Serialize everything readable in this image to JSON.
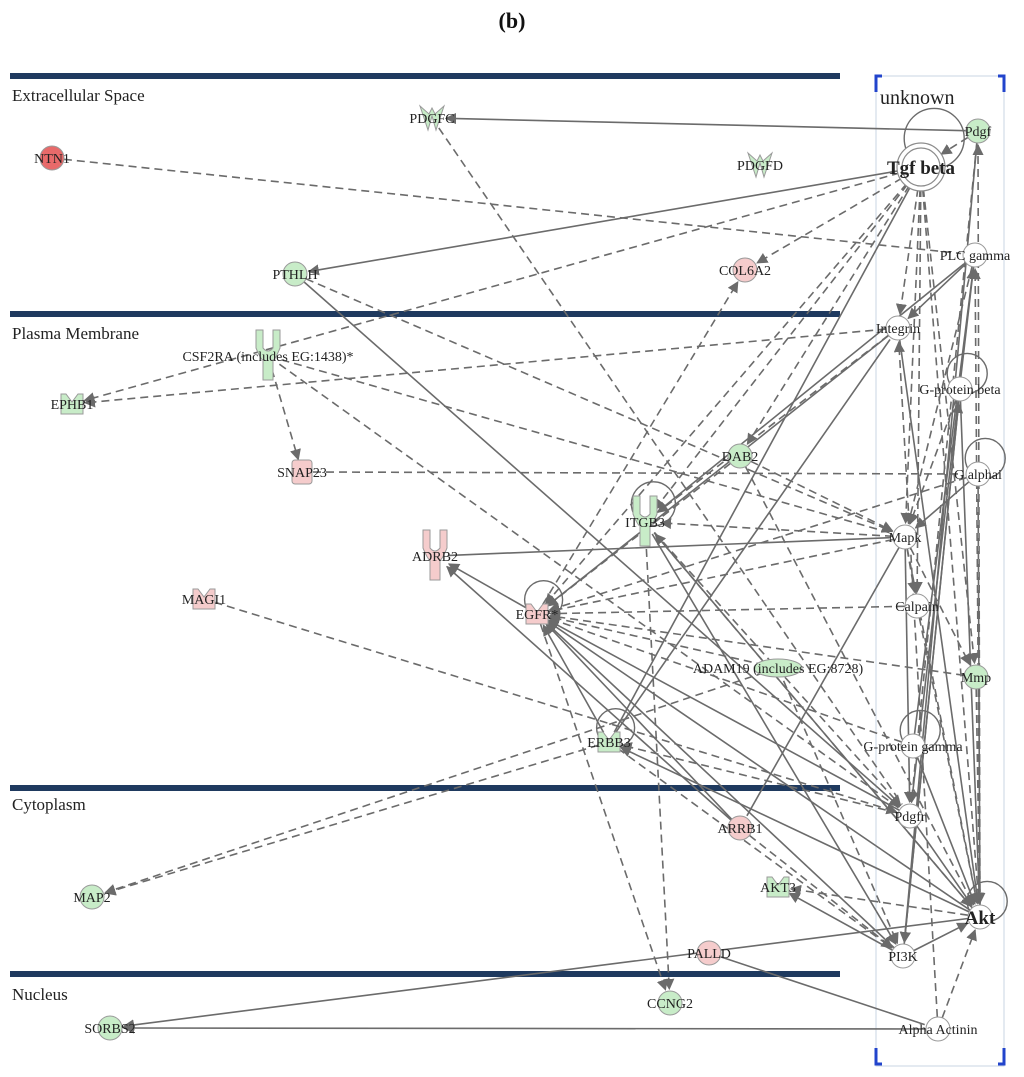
{
  "figure_label": "(b)",
  "bands": [
    {
      "id": "extracellular",
      "label": "Extracellular Space"
    },
    {
      "id": "plasma",
      "label": "Plasma Membrane"
    },
    {
      "id": "cytoplasm",
      "label": "Cytoplasm"
    },
    {
      "id": "nucleus",
      "label": "Nucleus"
    }
  ],
  "unknown_label": "unknown",
  "colors": {
    "band_line": "#1f3a5f",
    "bracket": "#2244cc",
    "edge": "#6b6b6b",
    "up_strong": "#e86a6a",
    "up_light": "#f5cccc",
    "down": "#c8ecc8",
    "neutral": "#ffffff"
  },
  "nodes": [
    {
      "id": "NTN1",
      "label": "NTN1",
      "shape": "circle",
      "color": "up_strong"
    },
    {
      "id": "PDGFC",
      "label": "PDGFC",
      "shape": "growth",
      "color": "down"
    },
    {
      "id": "PDGFD",
      "label": "PDGFD",
      "shape": "growth",
      "color": "down"
    },
    {
      "id": "PTHLH",
      "label": "PTHLH",
      "shape": "circle",
      "color": "down"
    },
    {
      "id": "COL6A2",
      "label": "COL6A2",
      "shape": "circle",
      "color": "up_light"
    },
    {
      "id": "Pdgf",
      "label": "Pdgf",
      "shape": "circle",
      "color": "down"
    },
    {
      "id": "Tgfbeta",
      "label": "Tgf beta",
      "shape": "double",
      "color": "neutral",
      "big": true
    },
    {
      "id": "PLCgamma",
      "label": "PLC gamma",
      "shape": "circle",
      "color": "neutral"
    },
    {
      "id": "CSF2RA",
      "label": "CSF2RA (includes EG:1438)*",
      "shape": "receptor",
      "color": "down"
    },
    {
      "id": "EPHB1",
      "label": "EPHB1",
      "shape": "kinase",
      "color": "down"
    },
    {
      "id": "SNAP23",
      "label": "SNAP23",
      "shape": "transporter",
      "color": "up_light"
    },
    {
      "id": "MAGI1",
      "label": "MAGI1",
      "shape": "kinase",
      "color": "up_light"
    },
    {
      "id": "ADRB2",
      "label": "ADRB2",
      "shape": "receptor",
      "color": "up_light"
    },
    {
      "id": "DAB2",
      "label": "DAB2",
      "shape": "circle",
      "color": "down"
    },
    {
      "id": "ITGB3",
      "label": "ITGB3",
      "shape": "receptor",
      "color": "down"
    },
    {
      "id": "EGFR",
      "label": "EGFR*",
      "shape": "kinase",
      "color": "up_light"
    },
    {
      "id": "ADAM19",
      "label": "ADAM19 (includes EG:8728)",
      "shape": "ellipse",
      "color": "down"
    },
    {
      "id": "ERBB3",
      "label": "ERBB3",
      "shape": "kinase",
      "color": "down"
    },
    {
      "id": "Integrin",
      "label": "Integrin",
      "shape": "circle",
      "color": "neutral"
    },
    {
      "id": "Gbeta",
      "label": "G-protein beta",
      "shape": "circle",
      "color": "neutral"
    },
    {
      "id": "Galphai",
      "label": "G alphai",
      "shape": "circle",
      "color": "neutral"
    },
    {
      "id": "Mapk",
      "label": "Mapk",
      "shape": "circle",
      "color": "neutral"
    },
    {
      "id": "Calpain",
      "label": "Calpain",
      "shape": "circle",
      "color": "neutral"
    },
    {
      "id": "Mmp",
      "label": "Mmp",
      "shape": "circle",
      "color": "down"
    },
    {
      "id": "Ggamma",
      "label": "G-protein gamma",
      "shape": "circle",
      "color": "neutral"
    },
    {
      "id": "Pdgfr",
      "label": "Pdgfr",
      "shape": "circle",
      "color": "neutral"
    },
    {
      "id": "ARRB1",
      "label": "ARRB1",
      "shape": "circle",
      "color": "up_light"
    },
    {
      "id": "MAP2",
      "label": "MAP2",
      "shape": "circle",
      "color": "down"
    },
    {
      "id": "AKT3",
      "label": "AKT3",
      "shape": "kinase",
      "color": "down"
    },
    {
      "id": "Akt",
      "label": "Akt",
      "shape": "circle",
      "color": "neutral",
      "big": true
    },
    {
      "id": "PALLD",
      "label": "PALLD",
      "shape": "circle",
      "color": "up_light"
    },
    {
      "id": "PI3K",
      "label": "PI3K",
      "shape": "circle",
      "color": "neutral"
    },
    {
      "id": "CCNG2",
      "label": "CCNG2",
      "shape": "circle",
      "color": "down"
    },
    {
      "id": "SORBS2",
      "label": "SORBS2",
      "shape": "circle",
      "color": "down"
    },
    {
      "id": "AlphaActinin",
      "label": "Alpha Actinin",
      "shape": "circle",
      "color": "neutral"
    }
  ],
  "edges": [
    [
      "Pdgf",
      "PDGFC",
      "solid",
      1
    ],
    [
      "Tgfbeta",
      "PTHLH",
      "solid",
      1
    ],
    [
      "NTN1",
      "PLCgamma",
      "dashed",
      0
    ],
    [
      "PDGFC",
      "Pdgfr",
      "dashed",
      0
    ],
    [
      "Pdgf",
      "Tgfbeta",
      "dashed",
      1
    ],
    [
      "Tgfbeta",
      "Mapk",
      "dashed",
      1
    ],
    [
      "Tgfbeta",
      "EGFR",
      "dashed",
      1
    ],
    [
      "Tgfbeta",
      "ITGB3",
      "dashed",
      1
    ],
    [
      "Tgfbeta",
      "DAB2",
      "dashed",
      1
    ],
    [
      "Tgfbeta",
      "COL6A2",
      "dashed",
      1
    ],
    [
      "Tgfbeta",
      "EPHB1",
      "dashed",
      1
    ],
    [
      "Tgfbeta",
      "Integrin",
      "dashed",
      1
    ],
    [
      "Tgfbeta",
      "Calpain",
      "dashed",
      1
    ],
    [
      "Tgfbeta",
      "Akt",
      "dashed",
      1
    ],
    [
      "Tgfbeta",
      "Mmp",
      "dashed",
      1
    ],
    [
      "Integrin",
      "EPHB1",
      "dashed",
      1
    ],
    [
      "Integrin",
      "EGFR",
      "solid",
      1
    ],
    [
      "Integrin",
      "ITGB3",
      "dashed",
      1
    ],
    [
      "Integrin",
      "Akt",
      "solid",
      1
    ],
    [
      "CSF2RA",
      "SNAP23",
      "dashed",
      1
    ],
    [
      "CSF2RA",
      "Mapk",
      "dashed",
      0
    ],
    [
      "SNAP23",
      "Galphai",
      "dashed",
      0
    ],
    [
      "MAGI1",
      "Pdgfr",
      "dashed",
      1
    ],
    [
      "ADRB2",
      "Mapk",
      "solid",
      0
    ],
    [
      "EGFR",
      "ADRB2",
      "solid",
      1
    ],
    [
      "PTHLH",
      "Pdgfr",
      "solid",
      1
    ],
    [
      "PTHLH",
      "Mapk",
      "dashed",
      1
    ],
    [
      "DAB2",
      "Mapk",
      "dashed",
      1
    ],
    [
      "DAB2",
      "EGFR",
      "dashed",
      1
    ],
    [
      "ITGB3",
      "PLCgamma",
      "solid",
      0
    ],
    [
      "ITGB3",
      "Akt",
      "solid",
      1
    ],
    [
      "ITGB3",
      "PI3K",
      "solid",
      1
    ],
    [
      "ITGB3",
      "Pdgfr",
      "dashed",
      1
    ],
    [
      "Galphai",
      "EGFR",
      "dashed",
      1
    ],
    [
      "Mapk",
      "EGFR",
      "dashed",
      1
    ],
    [
      "Calpain",
      "EGFR",
      "dashed",
      1
    ],
    [
      "ADAM19",
      "EGFR",
      "dashed",
      1
    ],
    [
      "ERBB3",
      "EGFR",
      "solid",
      1
    ],
    [
      "ERBB3",
      "Integrin",
      "solid",
      0
    ],
    [
      "Ggamma",
      "EGFR",
      "dashed",
      1
    ],
    [
      "Pdgfr",
      "EGFR",
      "solid",
      1
    ],
    [
      "ARRB1",
      "EGFR",
      "solid",
      1
    ],
    [
      "ARRB1",
      "ADRB2",
      "solid",
      1
    ],
    [
      "Akt",
      "EGFR",
      "solid",
      1
    ],
    [
      "PI3K",
      "EGFR",
      "solid",
      1
    ],
    [
      "PI3K",
      "AKT3",
      "solid",
      1
    ],
    [
      "Akt",
      "AKT3",
      "dashed",
      1
    ],
    [
      "Pdgfr",
      "ERBB3",
      "dashed",
      1
    ],
    [
      "Akt",
      "ERBB3",
      "solid",
      1
    ],
    [
      "Mapk",
      "ARRB1",
      "solid",
      0
    ],
    [
      "ADAM19",
      "MAP2",
      "dashed",
      1
    ],
    [
      "CSF2RA",
      "Pdgfr",
      "dashed",
      0
    ],
    [
      "EGFR",
      "CCNG2",
      "dashed",
      1
    ],
    [
      "ITGB3",
      "CCNG2",
      "dashed",
      1
    ],
    [
      "Mmp",
      "EGFR",
      "dashed",
      1
    ],
    [
      "Mapk",
      "ITGB3",
      "dashed",
      1
    ],
    [
      "Akt",
      "ITGB3",
      "dashed",
      1
    ],
    [
      "Pdgf",
      "Pdgfr",
      "dashed",
      1
    ],
    [
      "Pdgf",
      "PI3K",
      "solid",
      1
    ],
    [
      "PLCgamma",
      "Integrin",
      "solid",
      1
    ],
    [
      "PLCgamma",
      "Pdgfr",
      "solid",
      1
    ],
    [
      "PLCgamma",
      "Mapk",
      "dashed",
      1
    ],
    [
      "Gbeta",
      "Mapk",
      "dashed",
      1
    ],
    [
      "Gbeta",
      "Akt",
      "solid",
      1
    ],
    [
      "Gbeta",
      "PI3K",
      "solid",
      1
    ],
    [
      "Galphai",
      "Mapk",
      "solid",
      1
    ],
    [
      "Galphai",
      "Akt",
      "dashed",
      1
    ],
    [
      "Mapk",
      "Calpain",
      "dashed",
      1
    ],
    [
      "Mapk",
      "Mmp",
      "dashed",
      1
    ],
    [
      "Mapk",
      "Pdgfr",
      "solid",
      1
    ],
    [
      "Ggamma",
      "Akt",
      "solid",
      1
    ],
    [
      "Ggamma",
      "PLCgamma",
      "solid",
      1
    ],
    [
      "Pdgfr",
      "Akt",
      "solid",
      1
    ],
    [
      "PI3K",
      "Akt",
      "solid",
      1
    ],
    [
      "Calpain",
      "Akt",
      "dashed",
      1
    ],
    [
      "Mmp",
      "Akt",
      "dashed",
      1
    ],
    [
      "PI3K",
      "Gbeta",
      "solid",
      1
    ],
    [
      "Akt",
      "Pdgf",
      "dashed",
      1
    ],
    [
      "Akt",
      "PLCgamma",
      "dashed",
      1
    ],
    [
      "AlphaActinin",
      "Akt",
      "dashed",
      1
    ],
    [
      "AlphaActinin",
      "Integrin",
      "dashed",
      1
    ],
    [
      "AlphaActinin",
      "SORBS2",
      "solid",
      1
    ],
    [
      "PALLD",
      "AlphaActinin",
      "solid",
      0
    ],
    [
      "Akt",
      "SORBS2",
      "solid",
      1
    ],
    [
      "ERBB3",
      "PI3K",
      "dashed",
      1
    ],
    [
      "ARRB1",
      "PI3K",
      "dashed",
      1
    ],
    [
      "ERBB3",
      "MAP2",
      "dashed",
      1
    ],
    [
      "EGFR",
      "COL6A2",
      "dashed",
      1
    ],
    [
      "ERBB3",
      "Tgfbeta",
      "solid",
      0
    ],
    [
      "DAB2",
      "Akt",
      "dashed",
      1
    ],
    [
      "ADAM19",
      "PI3K",
      "dashed",
      1
    ],
    [
      "Mapk",
      "Akt",
      "dashed",
      1
    ]
  ],
  "self_loops": [
    "EGFR",
    "ITGB3",
    "ERBB3",
    "Akt",
    "Galphai",
    "Gbeta",
    "Ggamma",
    "Tgfbeta"
  ]
}
